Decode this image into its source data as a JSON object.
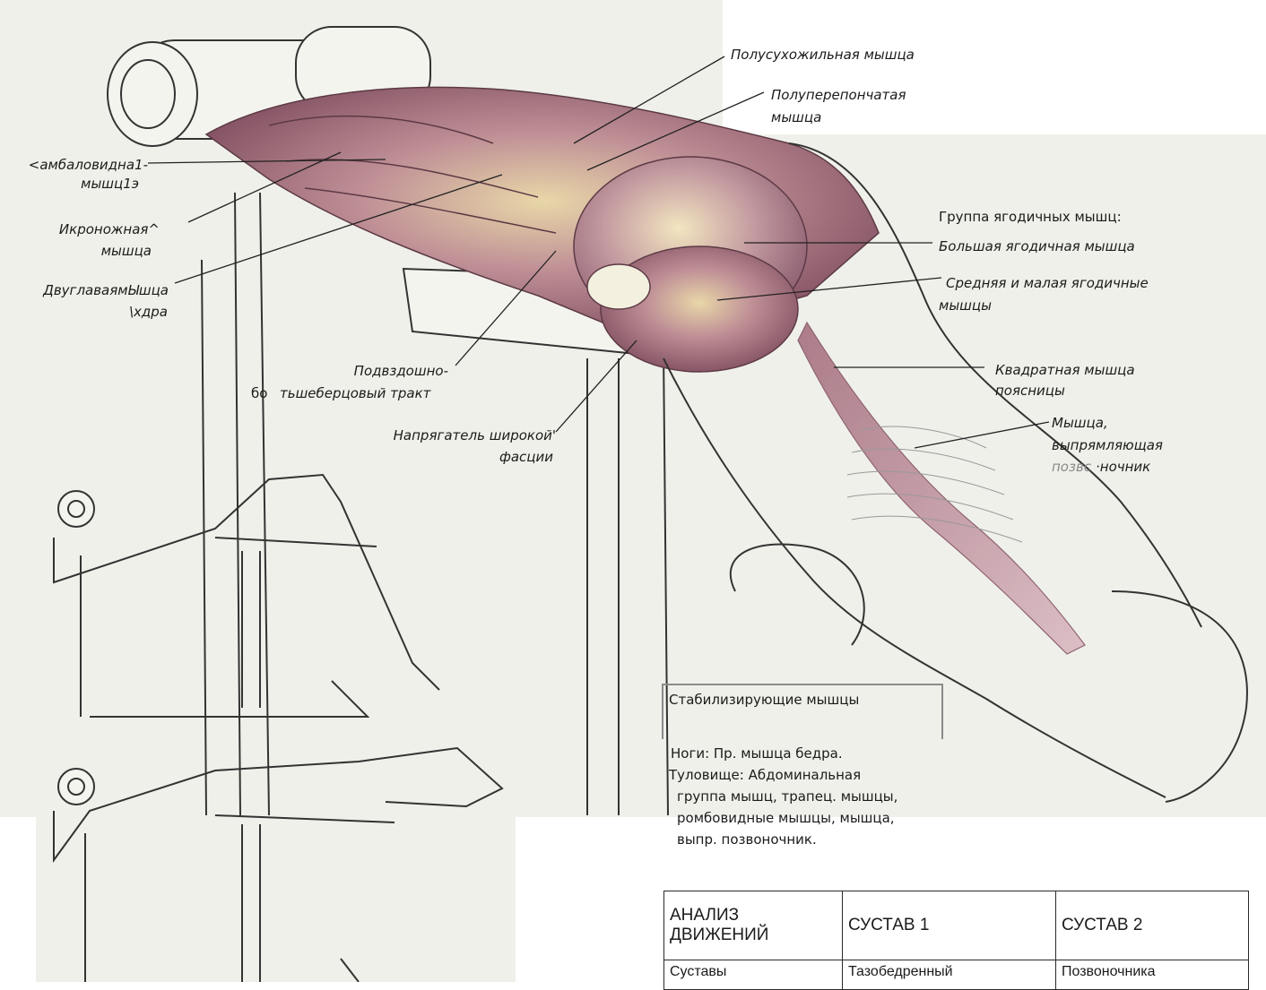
{
  "labels": {
    "semitendinosus": "Полусухожильная   мышца",
    "semimembranosus_1": "Полуперепончатая",
    "semimembranosus_2": "мышца",
    "soleus_1": "<амбаловидна1-",
    "soleus_2": "мышц1э",
    "gastrocnemius_1": "Икроножная^",
    "gastrocnemius_2": "мышца",
    "biceps_femoris_1": "ДвуглаваямЫшца",
    "biceps_femoris_2": "\\хдра",
    "glutes_group": "Группа ягодичных мышц:",
    "gluteus_maximus": "Большая ягодичная  мышца",
    "gluteus_medius_minimus_1": "Средняя  и  малая ягодичные",
    "gluteus_medius_minimus_2": "мышцы",
    "iliotibial_1": "Подвздошно-",
    "iliotibial_2_plain": "бо",
    "iliotibial_2_italic": "тьшеберцовый тракт",
    "quadratus_lumborum_1": "Квадратная  мышца",
    "quadratus_lumborum_2": "поясницы",
    "erector_1": "Мышца,",
    "erector_2": "выпрямляющая",
    "erector_3a": "позвс",
    "erector_3b": "·ночник",
    "tfl_1": "Напрягатель широкой'",
    "tfl_2": "фасции"
  },
  "stabilizers": {
    "title": "Стабилизирующие мышцы",
    "lines": [
      "Ноги: Пр. мышца бедра.",
      "Туловище: Абдоминальная",
      "группа мышц, трапец. мышцы,",
      "ромбовидные мышцы, мышца,",
      "выпр. позвоночник."
    ]
  },
  "analysis_table": {
    "headers": [
      "АНАЛИЗ ДВИЖЕНИЙ",
      "СУСТАВ 1",
      "СУСТАВ 2"
    ],
    "rows": [
      [
        "Суставы",
        "Тазобедренный",
        "Позвоночника"
      ]
    ]
  },
  "colors": {
    "paper": "#f0f0ea",
    "muscle": "#b88a96",
    "muscle_dark": "#8f5f70",
    "line": "#2a2a2a"
  }
}
